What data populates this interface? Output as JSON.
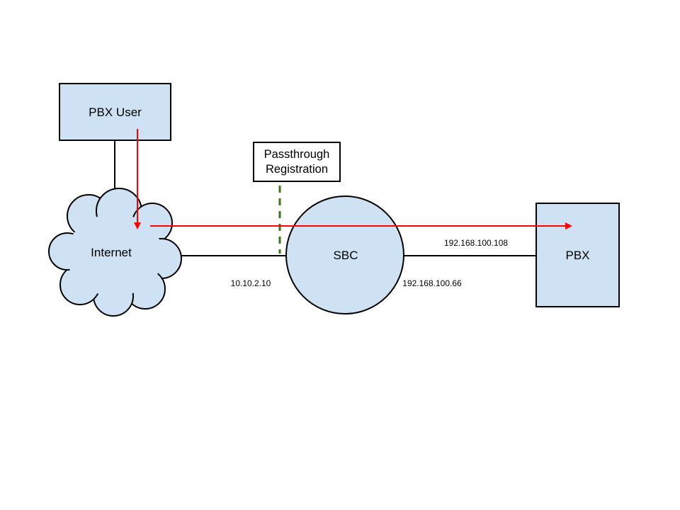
{
  "nodes": {
    "pbx_user": "PBX User",
    "internet": "Internet",
    "sbc": "SBC",
    "pbx": "PBX"
  },
  "callout": {
    "line1": "Passthrough",
    "line2": "Registration"
  },
  "addresses": {
    "sbc_outside": "10.10.2.10",
    "sbc_inside": "192.168.100.66",
    "pbx_ip": "192.168.100.108"
  },
  "colors": {
    "node_fill": "#cfe2f3",
    "stroke": "#000000",
    "flow_arrow": "#ff0000",
    "boundary_dashed": "#38761d"
  }
}
